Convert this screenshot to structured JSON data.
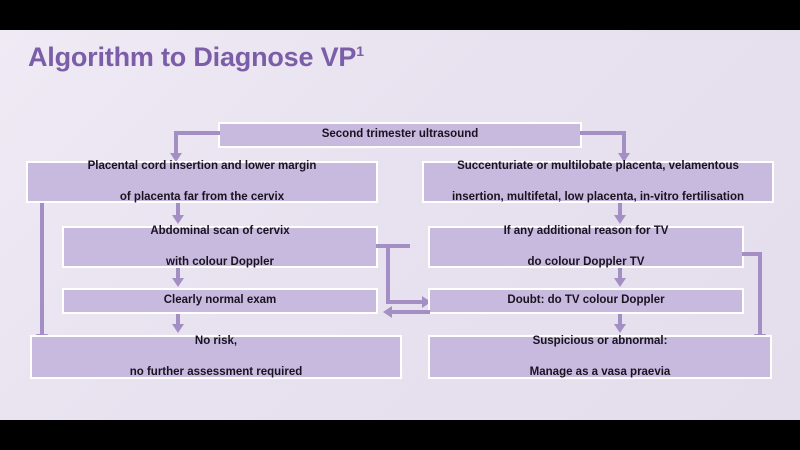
{
  "slide": {
    "title": "Algorithm to Diagnose VP",
    "title_superscript": "1",
    "accent_color": "#7b5ea7",
    "box_fill": "#c7bade",
    "connector_color": "#a48fc4",
    "background_color": "#e8e2f0",
    "letterbox_color": "#000000"
  },
  "flowchart": {
    "type": "flowchart",
    "nodes": [
      {
        "id": "start",
        "label": "Second trimester ultrasound"
      },
      {
        "id": "low-risk",
        "label": "Placental cord insertion and lower margin\nof placenta far from the cervix",
        "line1": "Placental cord insertion and lower margin",
        "line2": "of placenta far from the cervix"
      },
      {
        "id": "high-risk",
        "label": "Succenturiate or multilobate placenta, velamentous\ninsertion, multifetal, low placenta, in-vitro fertilisation",
        "line1": "Succenturiate or multilobate placenta, velamentous",
        "line2": "insertion, multifetal, low placenta, in-vitro fertilisation"
      },
      {
        "id": "abdominal",
        "label": "Abdominal scan of cervix\nwith colour Doppler",
        "line1": "Abdominal scan of cervix",
        "line2": "with colour Doppler"
      },
      {
        "id": "tv-reason",
        "label": "If any additional reason for TV\ndo colour Doppler TV",
        "line1": "If any additional reason for TV",
        "line2": "do colour Doppler TV"
      },
      {
        "id": "normal",
        "label": "Clearly normal exam"
      },
      {
        "id": "doubt",
        "label": "Doubt: do TV colour Doppler"
      },
      {
        "id": "no-risk",
        "label": "No risk,\nno further assessment required",
        "line1": "No risk,",
        "line2": "no further assessment required"
      },
      {
        "id": "suspicious",
        "label": "Suspicious or abnormal:\nManage as a vasa praevia",
        "line1": "Suspicious or abnormal:",
        "line2": "Manage as a vasa praevia"
      }
    ],
    "edges": [
      {
        "from": "start",
        "to": "low-risk"
      },
      {
        "from": "start",
        "to": "high-risk"
      },
      {
        "from": "low-risk",
        "to": "abdominal"
      },
      {
        "from": "low-risk",
        "to": "no-risk"
      },
      {
        "from": "high-risk",
        "to": "tv-reason"
      },
      {
        "from": "abdominal",
        "to": "normal"
      },
      {
        "from": "abdominal",
        "to": "doubt"
      },
      {
        "from": "tv-reason",
        "to": "doubt"
      },
      {
        "from": "tv-reason",
        "to": "suspicious"
      },
      {
        "from": "doubt",
        "to": "normal"
      },
      {
        "from": "doubt",
        "to": "suspicious"
      },
      {
        "from": "normal",
        "to": "no-risk"
      }
    ]
  }
}
